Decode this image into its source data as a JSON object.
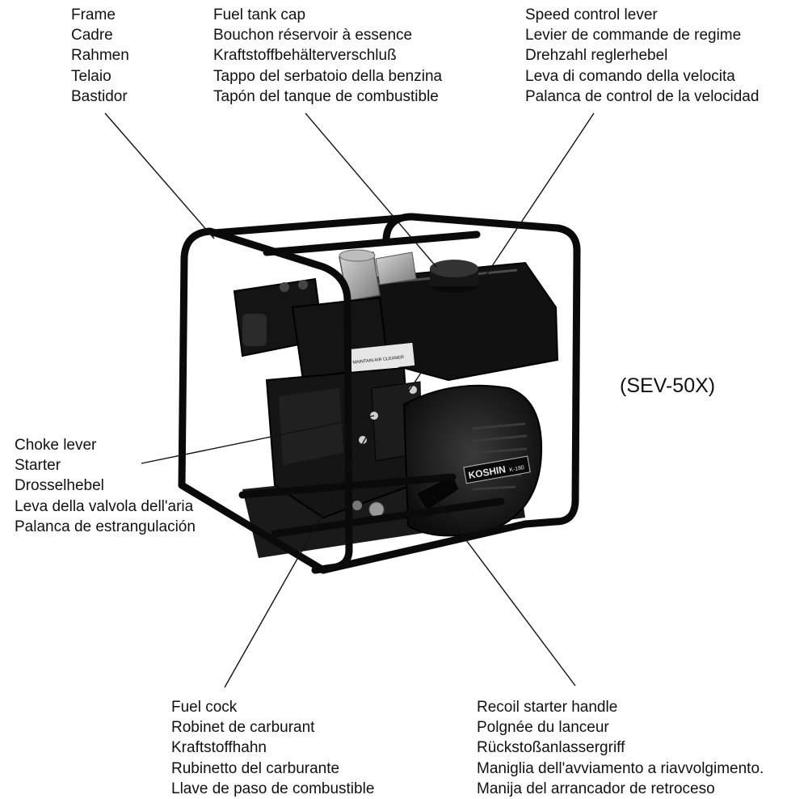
{
  "model": "(SEV-50X)",
  "brand_plate": {
    "brand": "KOSHIN",
    "model": "K-180"
  },
  "decal_text": "MAINTAIN AIR CLEANER",
  "callouts": {
    "frame": [
      "Frame",
      "Cadre",
      "Rahmen",
      "Telaio",
      "Bastidor"
    ],
    "fuel_tank_cap": [
      "Fuel tank cap",
      "Bouchon réservoir à essence",
      "Kraftstoffbehälterverschluß",
      "Tappo del serbatoio della benzina",
      "Tapón del tanque de combustible"
    ],
    "speed_control_lever": [
      "Speed control lever",
      "Levier de commande de regime",
      "Drehzahl reglerhebel",
      "Leva di comando della velocita",
      "Palanca de control de la velocidad"
    ],
    "choke_lever": [
      "Choke lever",
      "Starter",
      "Drosselhebel",
      "Leva della valvola dell'aria",
      "Palanca de estrangulación"
    ],
    "fuel_cock": [
      "Fuel cock",
      "Robinet de carburant",
      "Kraftstoffhahn",
      "Rubinetto del carburante",
      "Llave de paso de combustible"
    ],
    "recoil_starter_handle": [
      "Recoil starter handle",
      "Polgnée du lanceur",
      "Rückstoßanlassergriff",
      "Maniglia dell'avviamento a riavvolgimento.",
      "Manija del arrancador de retroceso"
    ]
  }
}
